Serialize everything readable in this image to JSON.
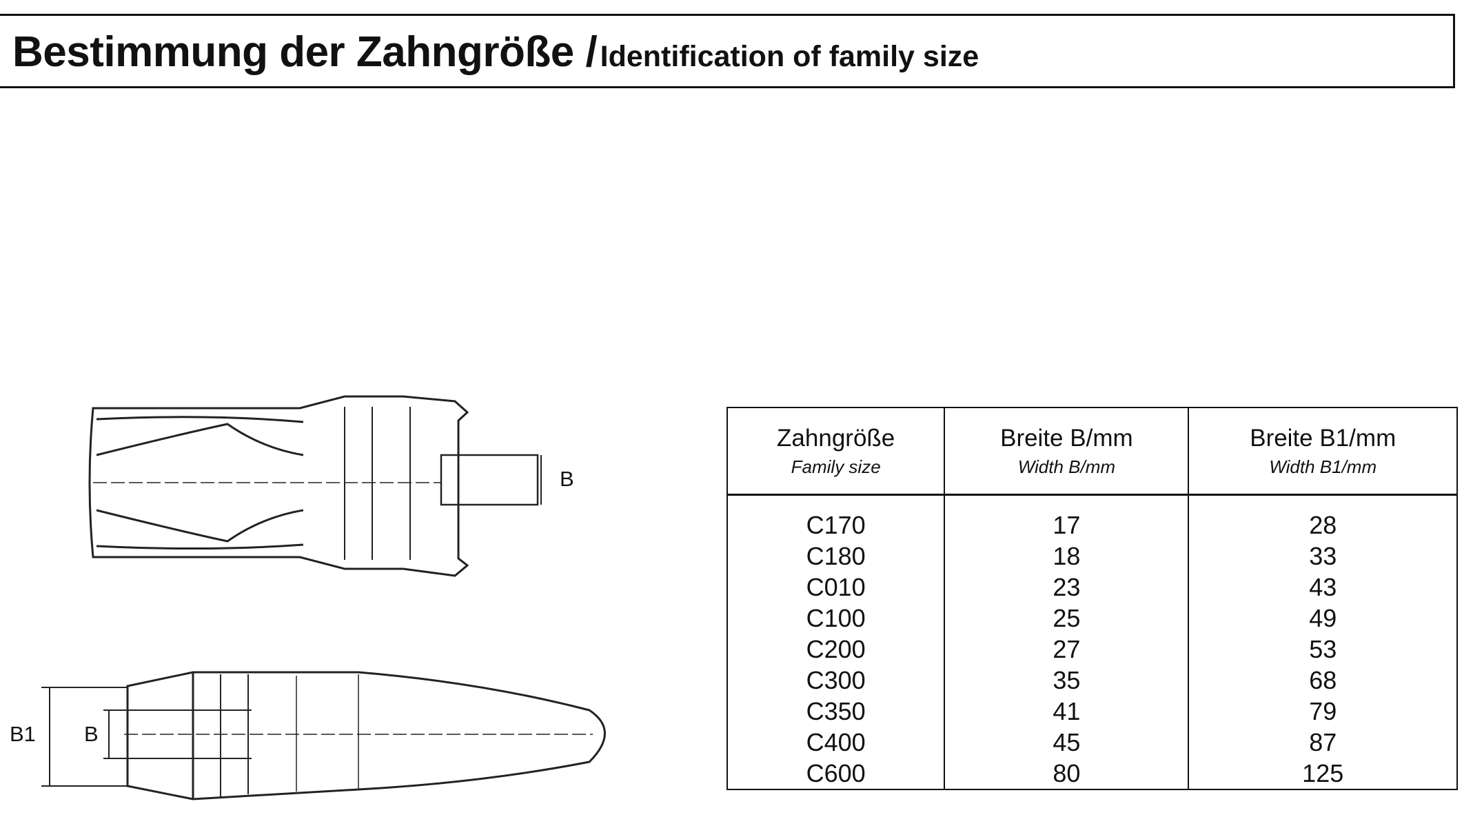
{
  "header": {
    "title_de": "Bestimmung der Zahngröße /",
    "title_en": "Identification of family size"
  },
  "drawing_labels": {
    "top_view_b": "B",
    "side_view_b1": "B1",
    "side_view_b": "B"
  },
  "table": {
    "headers": [
      {
        "de": "Zahngröße",
        "en": "Family size"
      },
      {
        "de": "Breite B/mm",
        "en": "Width B/mm"
      },
      {
        "de": "Breite B1/mm",
        "en": "Width B1/mm"
      }
    ],
    "family_sizes": [
      "C170",
      "C180",
      "C010",
      "C100",
      "C200",
      "C300",
      "C350",
      "C400",
      "C600"
    ],
    "width_b": [
      "17",
      "18",
      "23",
      "25",
      "27",
      "35",
      "41",
      "45",
      "80"
    ],
    "width_b1": [
      "28",
      "33",
      "43",
      "49",
      "53",
      "68",
      "79",
      "87",
      "125"
    ]
  }
}
